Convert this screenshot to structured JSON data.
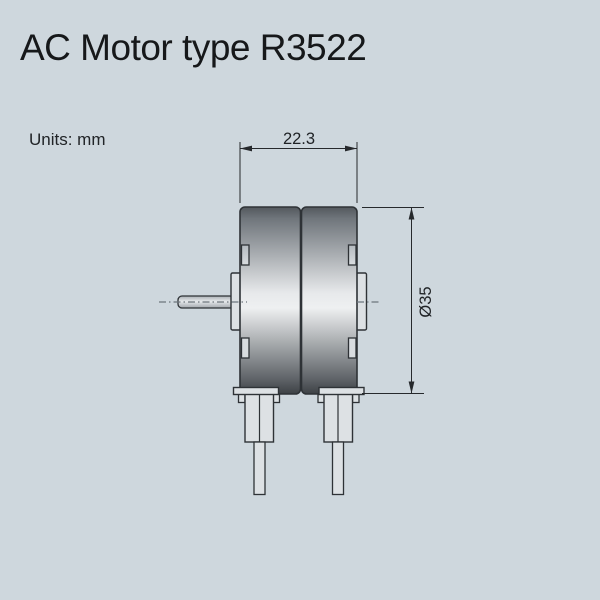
{
  "page": {
    "background": "#ced7dd"
  },
  "header": {
    "title": "AC Motor type R3522"
  },
  "drawing": {
    "units_label": "Units: mm",
    "dimensions": {
      "width_mm": "22.3",
      "diameter_mm": "Ø35"
    },
    "colors": {
      "outline": "#2e3236",
      "dimension": "#26292c",
      "body_dark_top": "#53585d",
      "body_shadow_top": "#6f757b",
      "body_highlight": "#eef0f1",
      "body_shadow_bottom": "#5f6368",
      "body_dark_bottom": "#3d4145",
      "fill_light": "#dde1e4",
      "tab_fill": "#c9ced2"
    }
  }
}
